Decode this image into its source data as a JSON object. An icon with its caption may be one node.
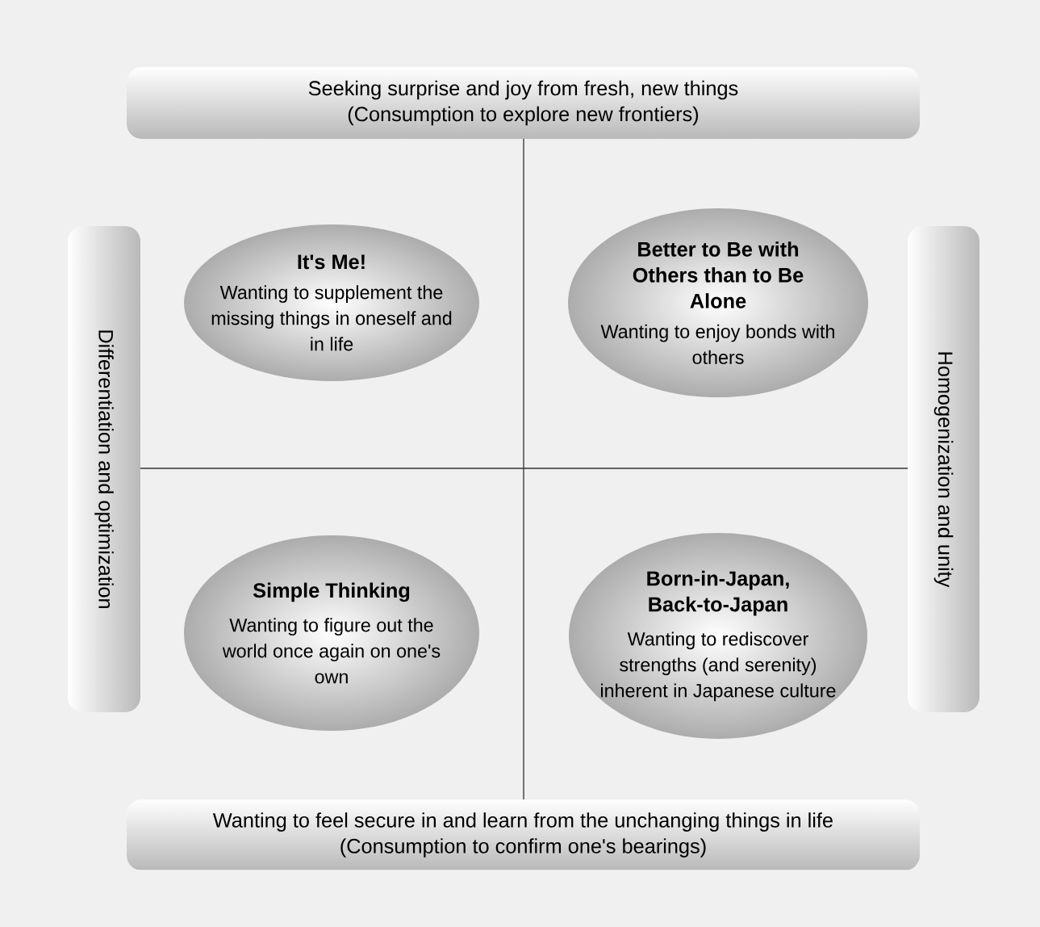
{
  "diagram": {
    "nodes": [
      {
        "text": [
          "Seeking surprise and joy from fresh, new things",
          "(Consumption to explore new frontiers)"
        ]
      },
      {
        "text": [
          "Differentiation and optimization"
        ]
      },
      {
        "text": [
          "It's Me!",
          "Wanting to supplement the missing things in oneself and in life"
        ]
      },
      {
        "text": [
          "Better to Be with Others than to Be Alone",
          "Wanting to enjoy bonds with others"
        ]
      },
      {
        "text": [
          "Homogenization and unity"
        ]
      },
      {
        "text": [
          "Simple Thinking",
          "Wanting to figure out the world once again on one's own"
        ]
      },
      {
        "text": [
          "Born-in-Japan, Back-to-Japan",
          "Wanting to rediscover strengths (and serenity) inherent in Japanese culture"
        ]
      },
      {
        "text": [
          "Wanting to feel secure in and learn from the unchanging things in life",
          "(Consumption to confirm one's bearings)"
        ]
      }
    ]
  }
}
